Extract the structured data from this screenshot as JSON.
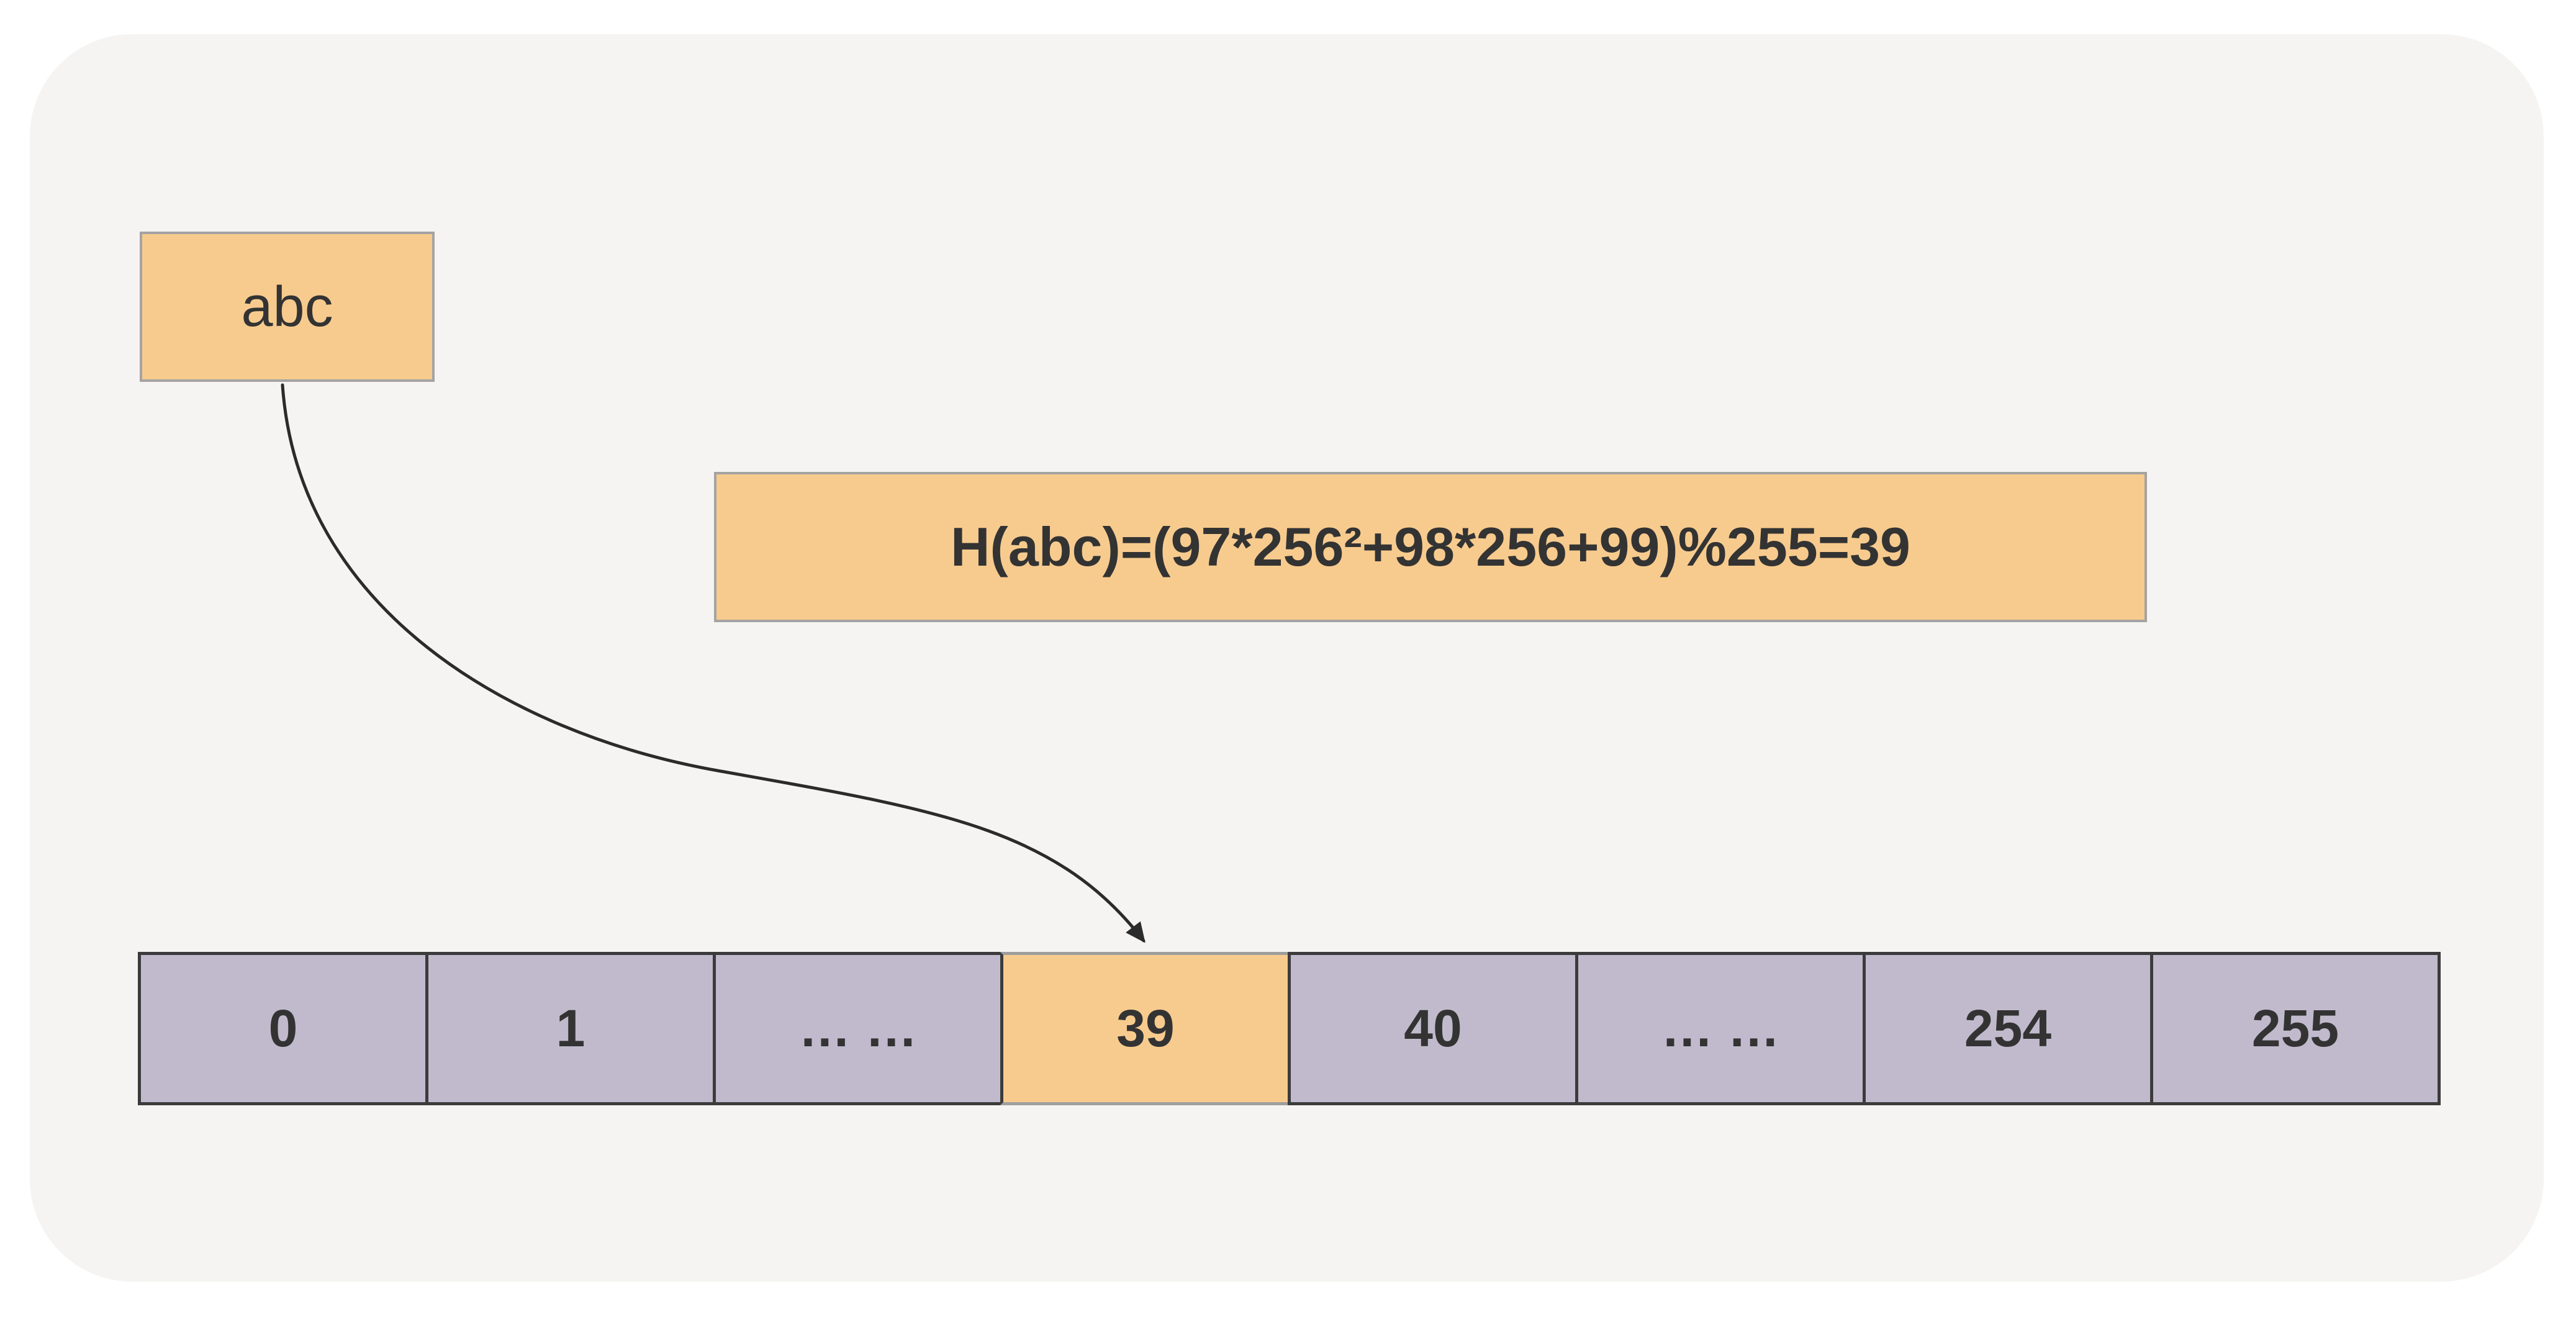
{
  "input_box": {
    "label": "abc"
  },
  "formula_box": {
    "text": "H(abc)=(97*256²+98*256+99)%255=39"
  },
  "hash_table": {
    "cells": [
      {
        "label": "0",
        "highlighted": false
      },
      {
        "label": "1",
        "highlighted": false
      },
      {
        "label": "… …",
        "highlighted": false
      },
      {
        "label": "39",
        "highlighted": true
      },
      {
        "label": "40",
        "highlighted": false
      },
      {
        "label": "… …",
        "highlighted": false
      },
      {
        "label": "254",
        "highlighted": false
      },
      {
        "label": "255",
        "highlighted": false
      }
    ]
  },
  "colors": {
    "page_background": "#FFFFFF",
    "panel_background": "#F5F4F2",
    "highlight_orange": "#F7CB8E",
    "bucket_lavender": "#C1BACC",
    "dark_border": "#3B3B3B",
    "gray_border": "#A3A3A3",
    "text": "#333333",
    "arrow": "#2B2B2B"
  }
}
